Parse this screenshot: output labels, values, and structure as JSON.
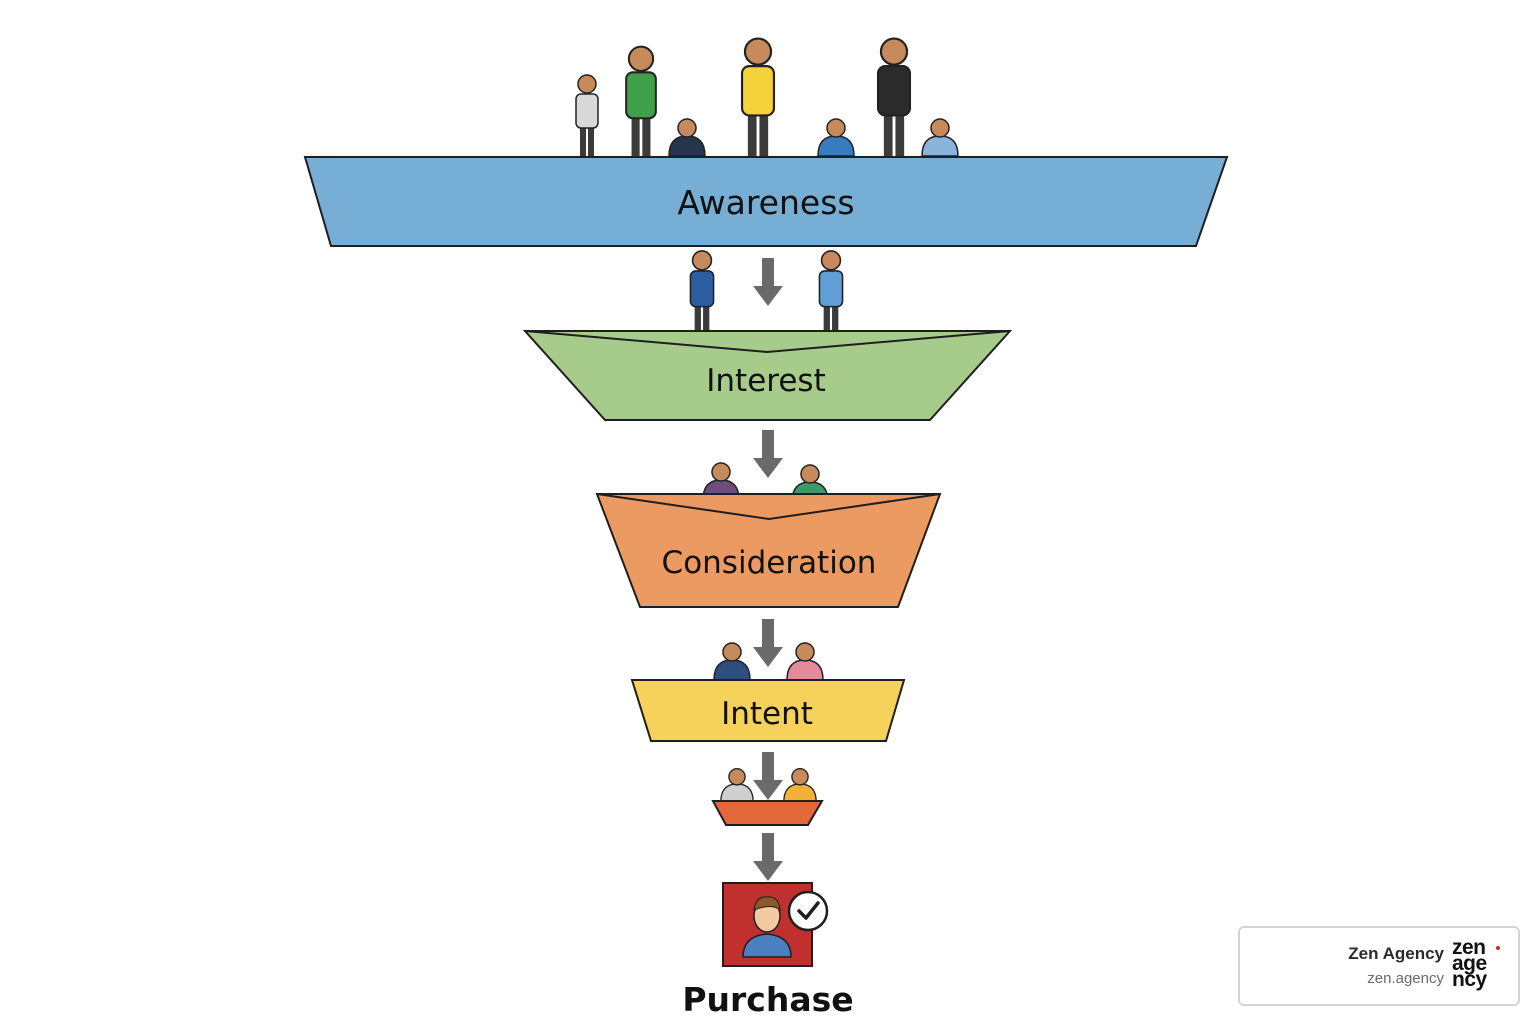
{
  "stages": [
    {
      "label": "Awareness",
      "color": "#77aed6"
    },
    {
      "label": "Interest",
      "color": "#a7cb8b"
    },
    {
      "label": "Consideration",
      "color": "#eb9a62"
    },
    {
      "label": "Intent",
      "color": "#f7d25b"
    },
    {
      "label": "",
      "color": "#e2673b"
    }
  ],
  "purchase": {
    "label": "Purchase",
    "tile_color": "#c0302e",
    "icon": "person-check-icon"
  },
  "arrow_color": "#6a6a6a",
  "badge": {
    "name": "Zen Agency",
    "url": "zen.agency",
    "logo_lines": [
      "zen",
      "age",
      "ncy"
    ],
    "logo_dot_color": "#e0201e"
  }
}
